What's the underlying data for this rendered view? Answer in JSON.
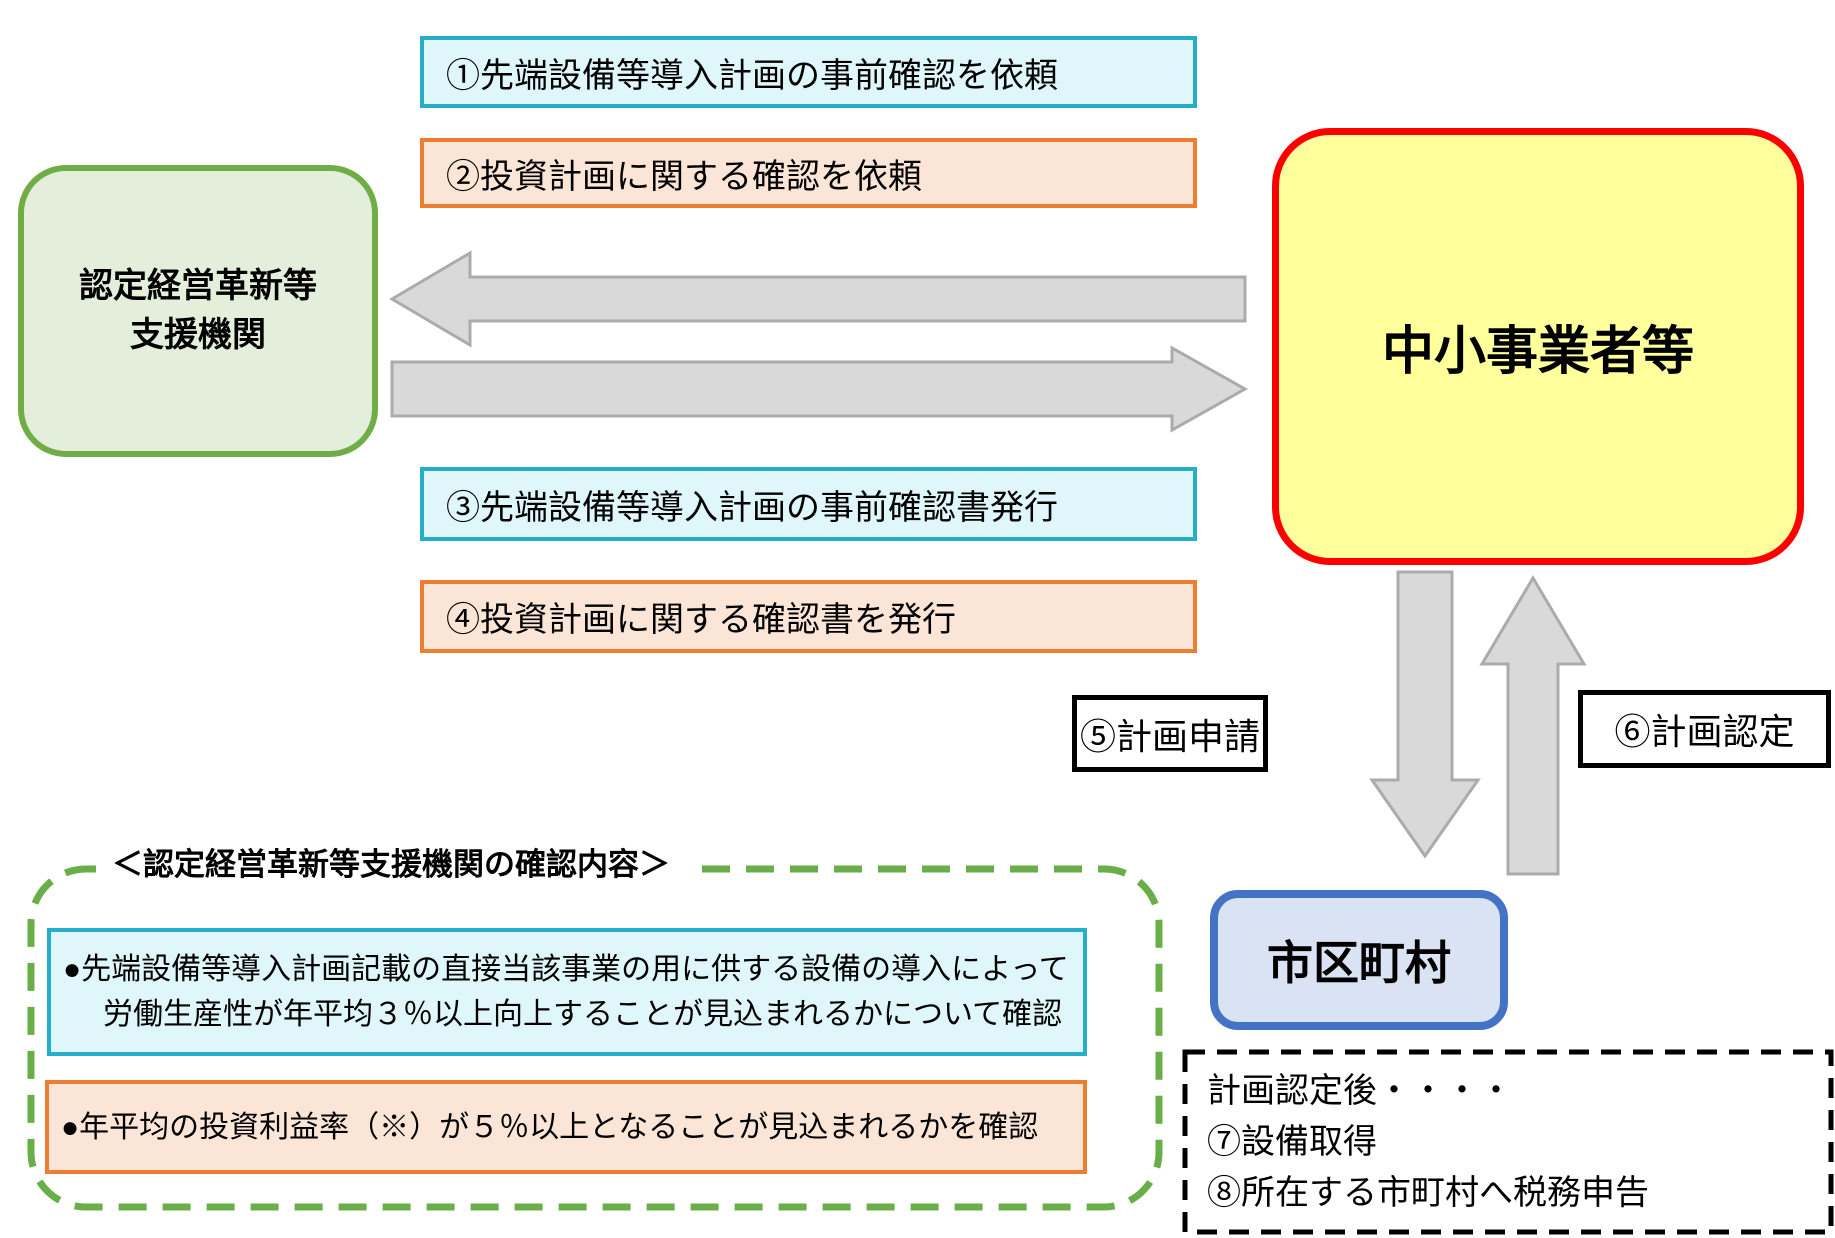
{
  "nodes": {
    "support_org": {
      "line1": "認定経営革新等",
      "line2": "支援機関"
    },
    "sme": {
      "label": "中小事業者等"
    },
    "municipality": {
      "label": "市区町村"
    }
  },
  "steps": {
    "s1": "①先端設備等導入計画の事前確認を依頼",
    "s2": "②投資計画に関する確認を依頼",
    "s3": "③先端設備等導入計画の事前確認書発行",
    "s4": "④投資計画に関する確認書を発行",
    "s5": "⑤計画申請",
    "s6": "⑥計画認定"
  },
  "confirmation_panel": {
    "title": "＜認定経営革新等支援機関の確認内容＞",
    "item1_line1": "●先端設備等導入計画記載の直接当該事業の用に供する設備の導入によって",
    "item1_line2": "労働生産性が年平均３％以上向上することが見込まれるかについて確認",
    "item2": "●年平均の投資利益率（※）が５％以上となることが見込まれるかを確認"
  },
  "post_certification": {
    "line1": "計画認定後・・・・",
    "line2": "⑦設備取得",
    "line3": "⑧所在する市町村へ税務申告"
  },
  "colors": {
    "cyan_border": "#25AECB",
    "cyan_fill": "#DFF6FB",
    "orange_border": "#ED7D31",
    "orange_fill": "#FBE5D6",
    "green_border": "#70AD47",
    "green_fill": "#E3EFDA",
    "yellow_fill": "#FFFF9C",
    "red_border": "#FF0000",
    "blue_border": "#4472C4",
    "blue_fill": "#DAE3F3",
    "arrow_fill": "#D9D9D9",
    "arrow_stroke": "#ABABAB",
    "dashed_green": "#6AAE4A",
    "dashed_black": "#000000"
  }
}
